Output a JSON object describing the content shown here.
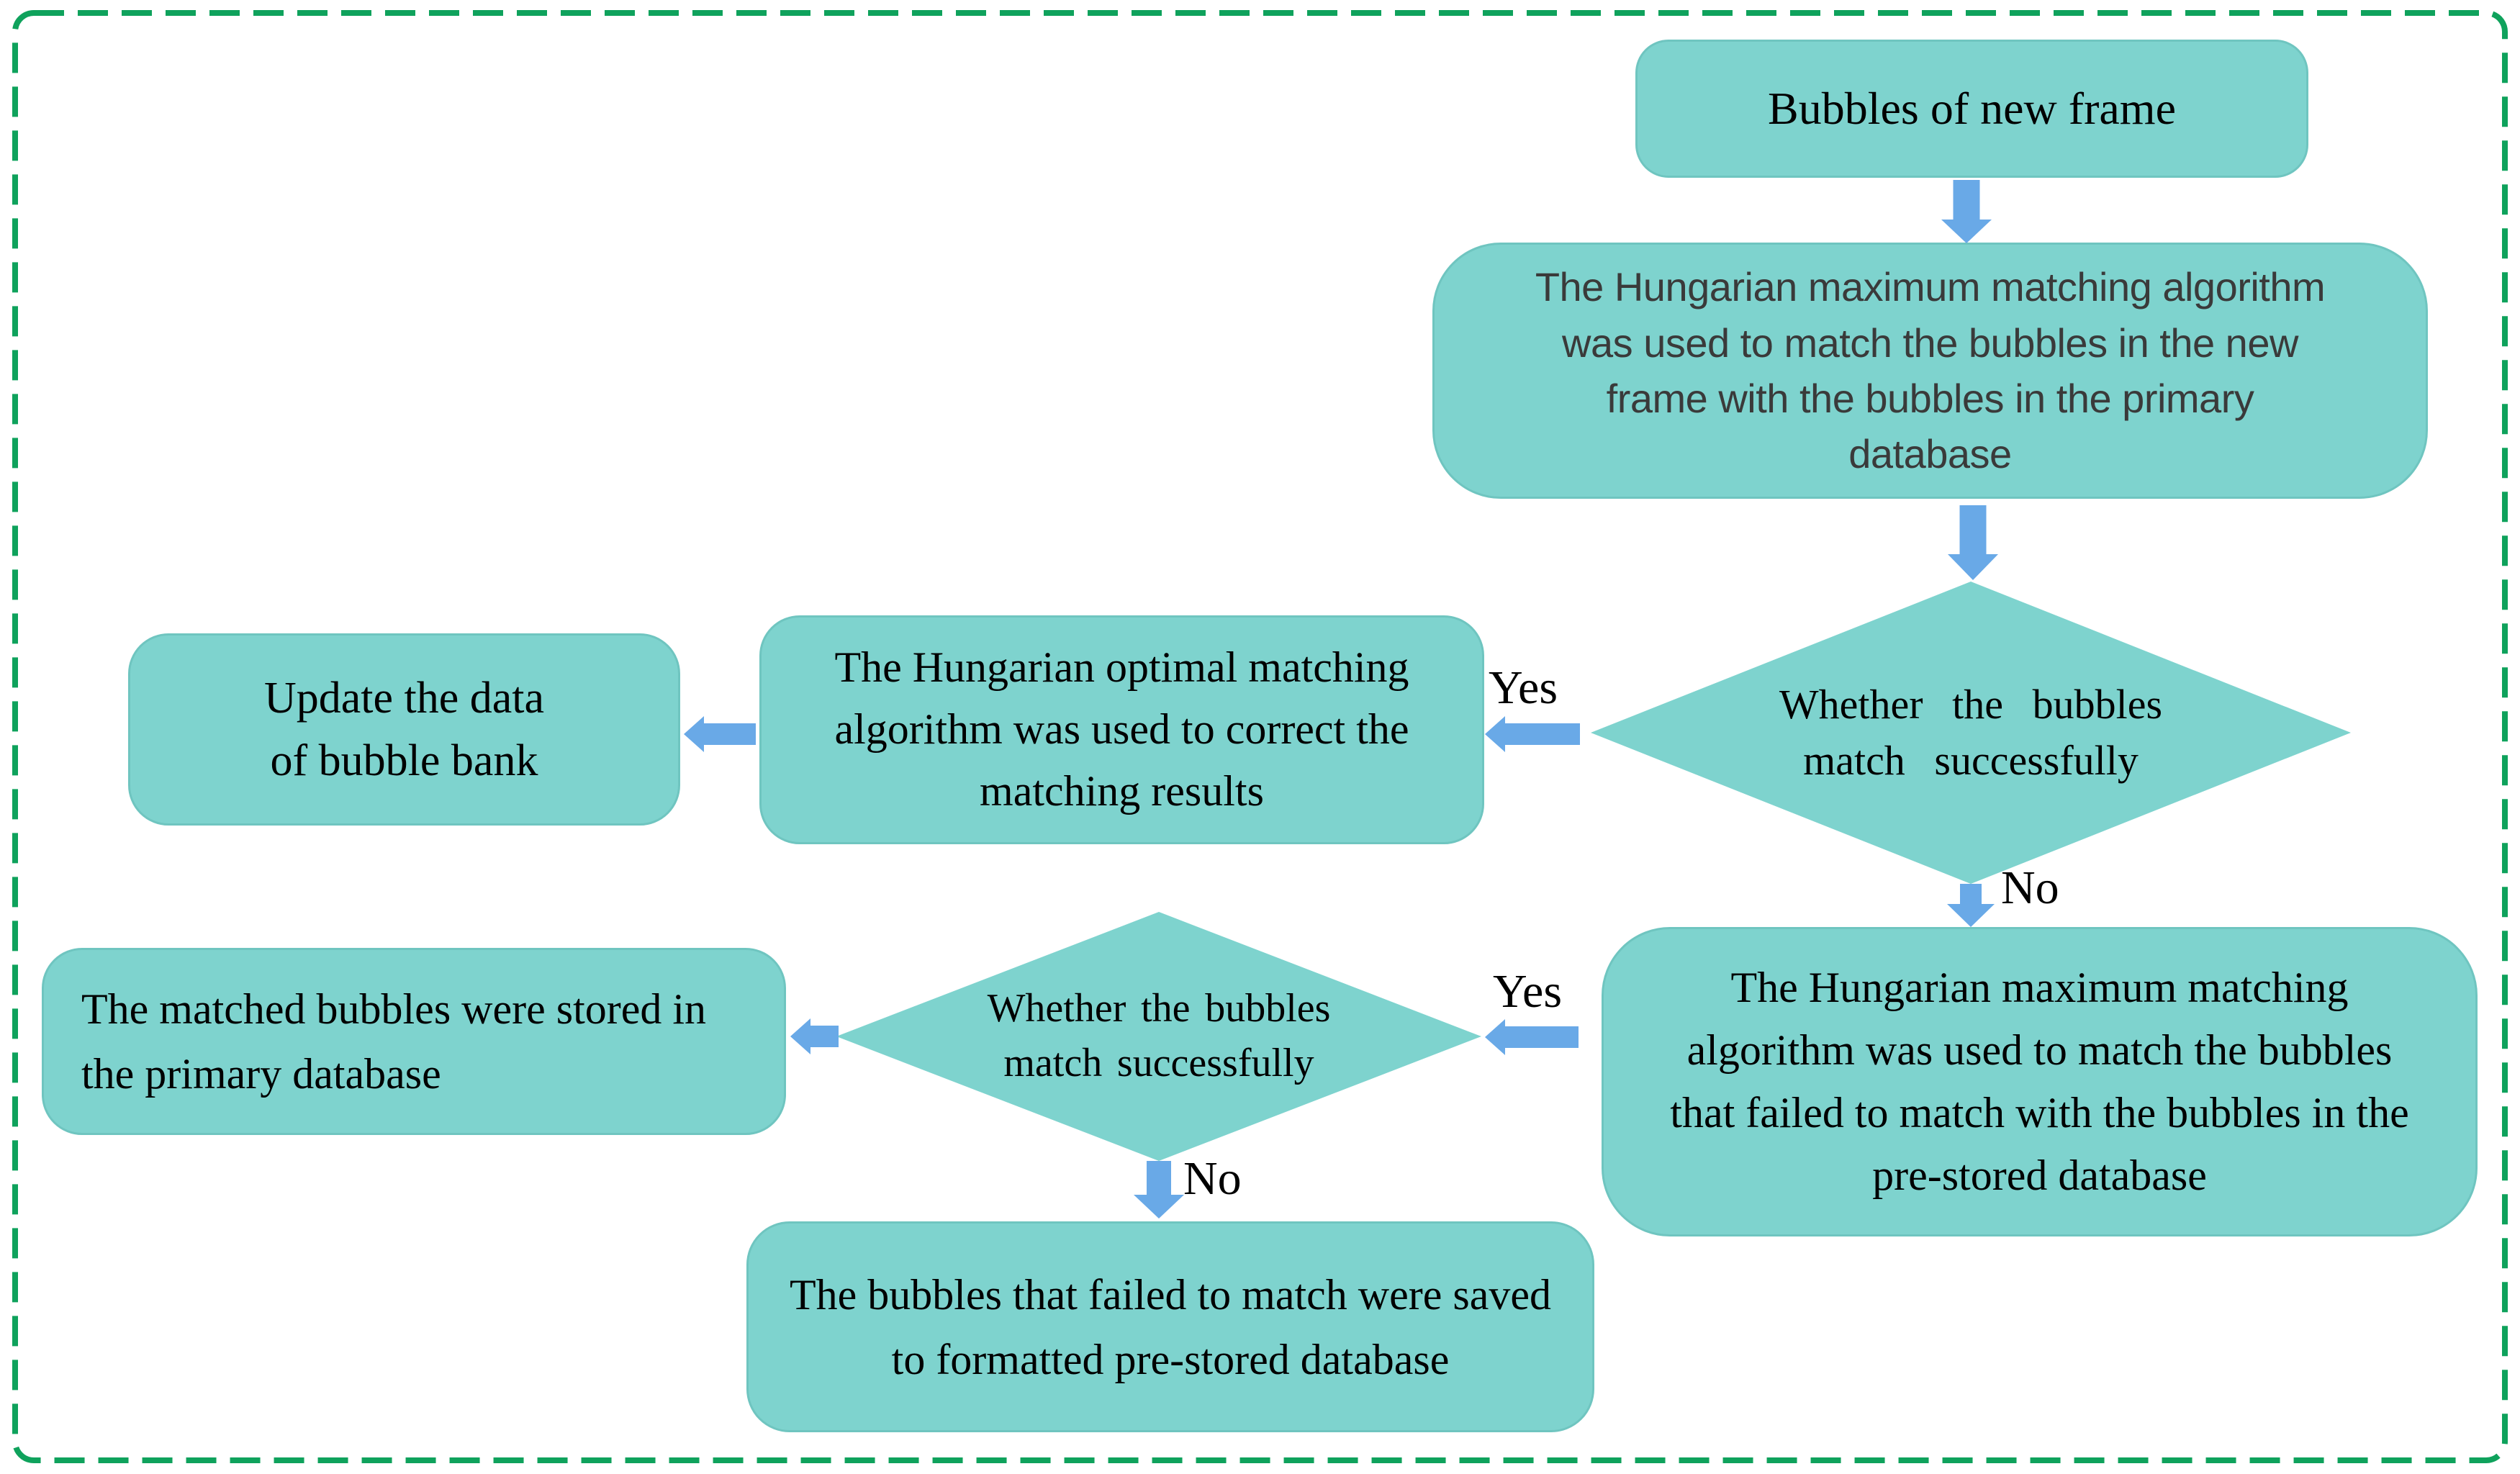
{
  "colors": {
    "shape_fill": "#7ED3CE",
    "shape_rim": "#6fc5c0",
    "arrow_fill": "#69A9E7",
    "frame_border": "#0FA25C",
    "text": "#000000",
    "text_sans": "#3a3a3a"
  },
  "nodes": {
    "box_a": {
      "label": "Bubbles of new frame"
    },
    "box_b": {
      "label": "The Hungarian maximum matching algorithm\nwas used to match the bubbles in the new\nframe with the bubbles in the primary\ndatabase"
    },
    "diamond_1": {
      "label": "Whether the bubbles\nmatch successfully"
    },
    "box_c": {
      "label": "The Hungarian optimal matching\nalgorithm was used to correct the\nmatching results"
    },
    "box_d": {
      "label": "Update the data\nof bubble bank"
    },
    "box_e": {
      "label": "The Hungarian maximum matching\nalgorithm was used to match the bubbles\nthat failed to match with the bubbles in the\npre-stored database"
    },
    "diamond_2": {
      "label": "Whether the bubbles\nmatch successfully"
    },
    "box_f": {
      "label": "The matched bubbles were stored in\nthe primary database"
    },
    "box_g": {
      "label": "The bubbles that failed to match were saved\nto formatted pre-stored database"
    }
  },
  "edge_labels": {
    "yes_1": "Yes",
    "no_1": "No",
    "yes_2": "Yes",
    "no_2": "No"
  }
}
